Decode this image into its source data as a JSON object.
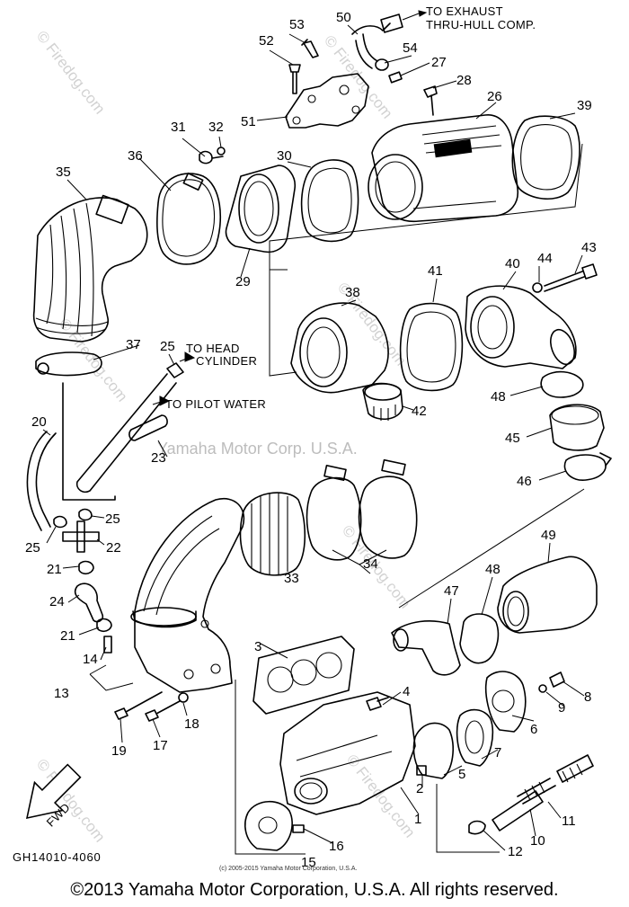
{
  "diagram": {
    "part_numbers": [
      "1",
      "2",
      "3",
      "4",
      "5",
      "6",
      "7",
      "8",
      "9",
      "10",
      "11",
      "12",
      "13",
      "14",
      "15",
      "16",
      "17",
      "18",
      "19",
      "20",
      "21",
      "21",
      "22",
      "23",
      "24",
      "25",
      "25",
      "25",
      "26",
      "27",
      "28",
      "29",
      "30",
      "31",
      "32",
      "33",
      "34",
      "35",
      "36",
      "37",
      "38",
      "39",
      "40",
      "41",
      "42",
      "43",
      "44",
      "45",
      "46",
      "47",
      "48",
      "48",
      "49",
      "50",
      "51",
      "52",
      "53",
      "54"
    ],
    "notes": {
      "exhaust_line1": "TO EXHAUST",
      "exhaust_line2": "THRU-HULL COMP.",
      "head_line1": "TO HEAD",
      "head_line2": "CYLINDER",
      "pilot": "TO PILOT WATER"
    },
    "fwd_label": "FWD",
    "diagram_code": "GH14010-4060",
    "small_credit": "(c) 2005-2015 Yamaha Motor Corporation, U.S.A.",
    "watermarks": {
      "center": "Yamaha Motor Corp. U.S.A.",
      "site": "© Firedog.com"
    }
  },
  "footer": {
    "copyright": "©2013 Yamaha Motor Corporation, U.S.A. All rights reserved."
  }
}
